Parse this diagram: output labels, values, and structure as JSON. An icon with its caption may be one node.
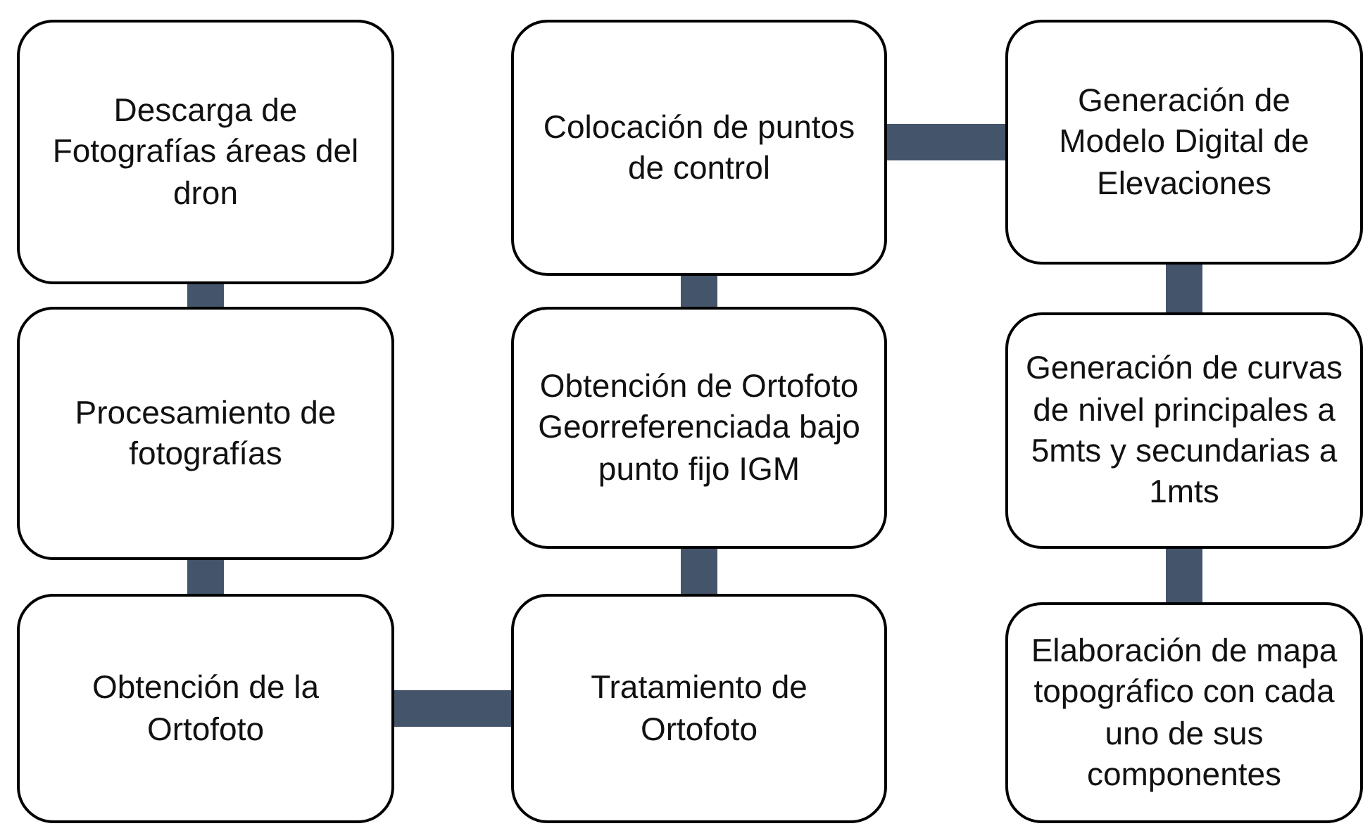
{
  "diagram": {
    "nodes": [
      {
        "text": [
          "Descarga de Fotografías áreas del dron"
        ]
      },
      {
        "text": [
          "Procesamiento de fotografías"
        ]
      },
      {
        "text": [
          "Obtención de la Ortofoto"
        ]
      },
      {
        "text": [
          "Colocación de puntos de control"
        ]
      },
      {
        "text": [
          "Obtención de Ortofoto Georreferenciada bajo punto fijo IGM"
        ]
      },
      {
        "text": [
          "Tratamiento de Ortofoto"
        ]
      },
      {
        "text": [
          "Generación de Modelo Digital de Elevaciones"
        ]
      },
      {
        "text": [
          "Generación de curvas de nivel principales a 5mts y secundarias a 1mts"
        ]
      },
      {
        "text": [
          "Elaboración de mapa topográfico con cada uno de sus componentes"
        ]
      }
    ],
    "edges": [
      {
        "from": 0,
        "to": 1,
        "arrow": "none"
      },
      {
        "from": 1,
        "to": 2,
        "arrow": "none"
      },
      {
        "from": 2,
        "to": 5,
        "arrow": "none"
      },
      {
        "from": 5,
        "to": 4,
        "arrow": "none"
      },
      {
        "from": 4,
        "to": 3,
        "arrow": "none"
      },
      {
        "from": 3,
        "to": 6,
        "arrow": "none"
      },
      {
        "from": 6,
        "to": 7,
        "arrow": "none"
      },
      {
        "from": 7,
        "to": 8,
        "arrow": "none"
      }
    ]
  }
}
